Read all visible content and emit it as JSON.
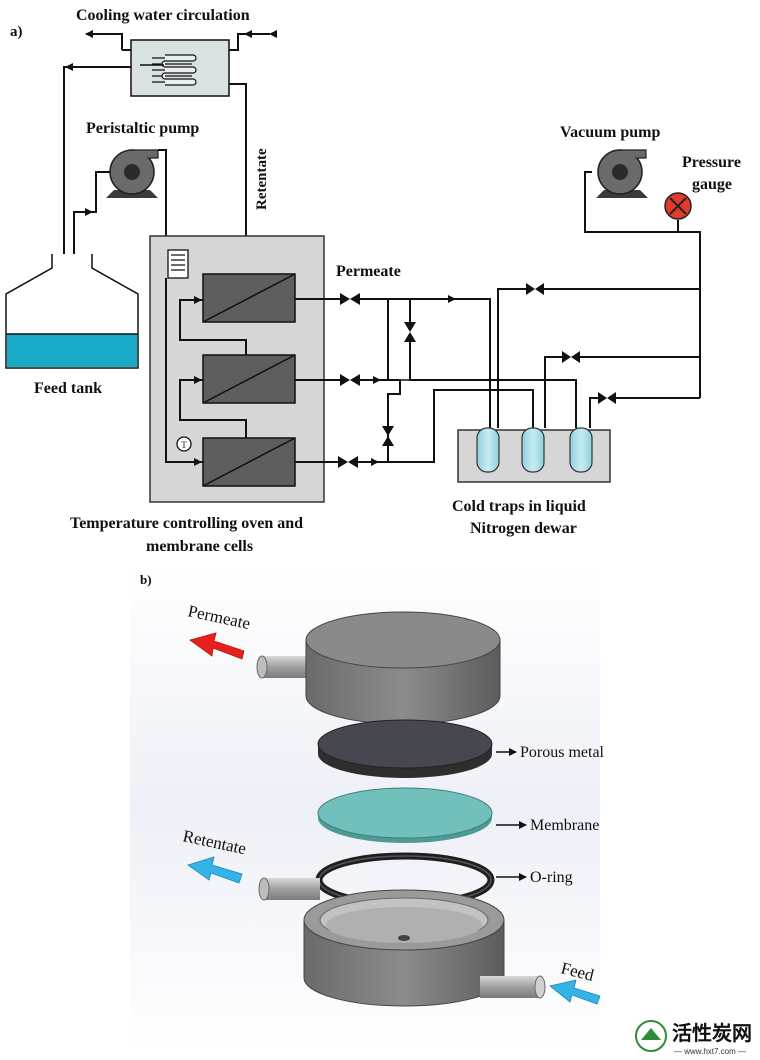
{
  "panel_a": {
    "label": "a)",
    "cooling": "Cooling water circulation",
    "peristaltic": "Peristaltic pump",
    "retentate": "Retentate",
    "vacuum": "Vacuum pump",
    "pressure_1": "Pressure",
    "pressure_2": "gauge",
    "permeate": "Permeate",
    "feed_tank": "Feed tank",
    "oven_1": "Temperature controlling oven and",
    "oven_2": "membrane cells",
    "cold_1": "Cold traps in liquid",
    "cold_2": "Nitrogen dewar",
    "thermo_symbol": "T"
  },
  "panel_b": {
    "label": "b)",
    "permeate": "Permeate",
    "porous": "Porous metal",
    "membrane": "Membrane",
    "retentate": "Retentate",
    "oring": "O-ring",
    "feed": "Feed"
  },
  "watermark": {
    "text": "活性炭网",
    "url": "— www.hxt7.com —"
  },
  "colors": {
    "water": "#17a9c6",
    "oven": "#d6d6d6",
    "cell": "#5e5e5e",
    "trap": "#a8dbe6",
    "arrow_red": "#e8201d",
    "arrow_blue": "#34b3e6",
    "membrane": "#72c0bb",
    "gauge": "#e23b2e"
  }
}
